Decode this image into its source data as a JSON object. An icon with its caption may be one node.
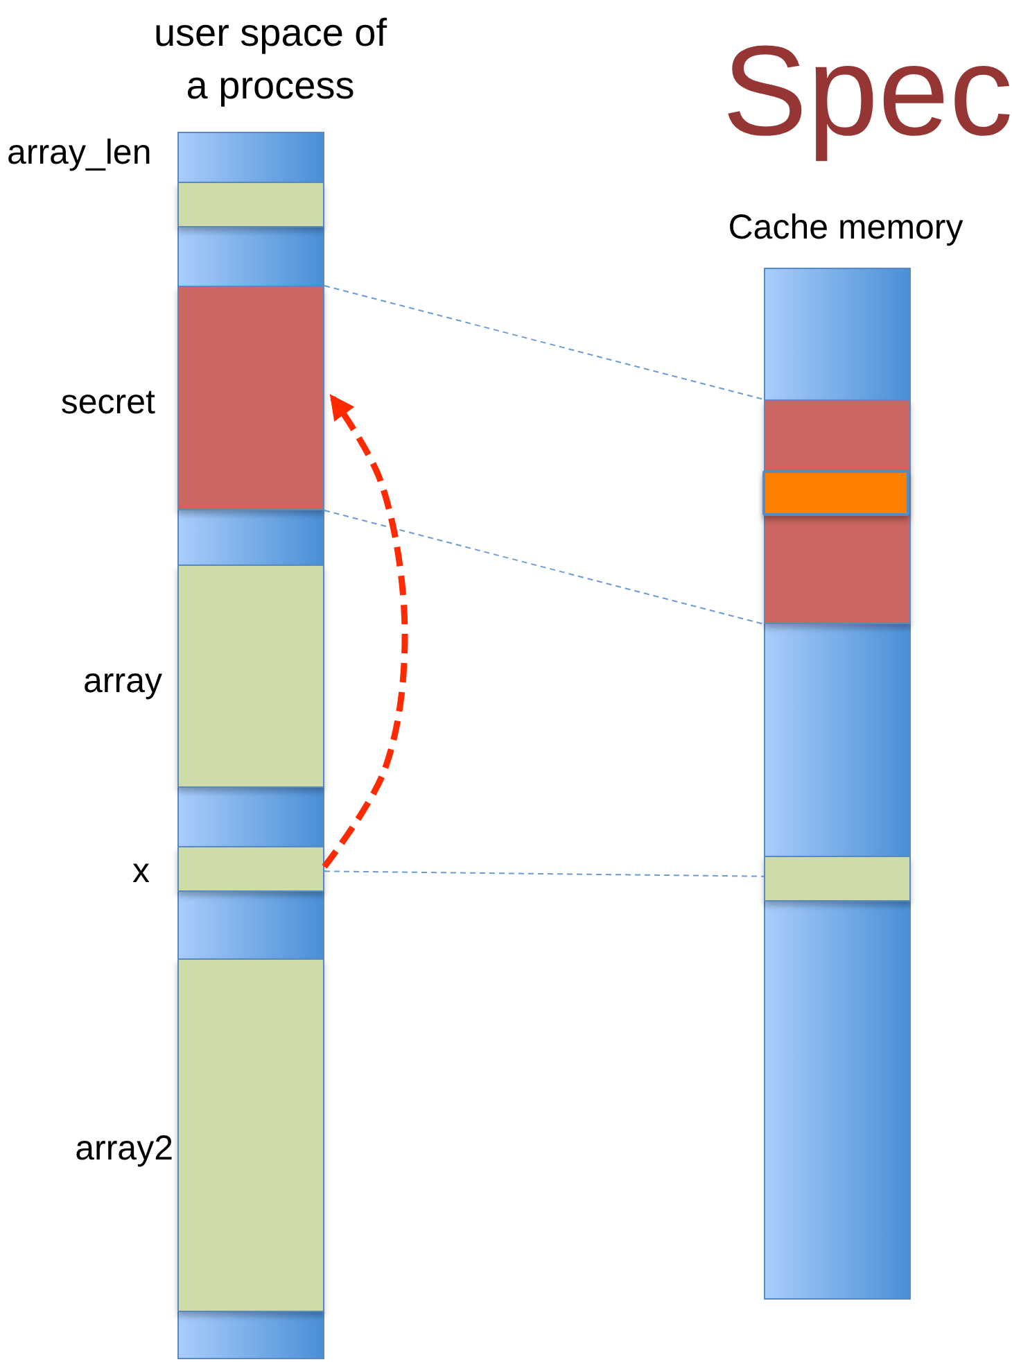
{
  "diagram": {
    "title": "Spec",
    "nodes": [
      {
        "text": [
          "user space of a process"
        ]
      },
      {
        "text": [
          "array_len"
        ],
        "in": 0
      },
      {
        "text": [
          "secret"
        ],
        "in": 0
      },
      {
        "text": [
          "array"
        ],
        "in": 0
      },
      {
        "text": [
          "x"
        ],
        "in": 0
      },
      {
        "text": [
          "array2"
        ],
        "in": 0
      },
      {
        "text": [
          "Cache memory"
        ]
      },
      {
        "text": [],
        "shape": "box",
        "in": 6
      },
      {
        "text": [],
        "shape": "bar",
        "in": 7
      },
      {
        "text": [],
        "shape": "box",
        "in": 6
      }
    ],
    "edges": [
      {
        "from": 2,
        "to": 7,
        "arrow": "none",
        "style": "dashed"
      },
      {
        "from": 2,
        "to": 7,
        "arrow": "none",
        "style": "dashed"
      },
      {
        "from": 4,
        "to": 9,
        "arrow": "none",
        "style": "dashed"
      },
      {
        "from": 4,
        "to": 2,
        "arrow": "to",
        "style": "dashed",
        "color": "#ff2a00"
      }
    ]
  }
}
